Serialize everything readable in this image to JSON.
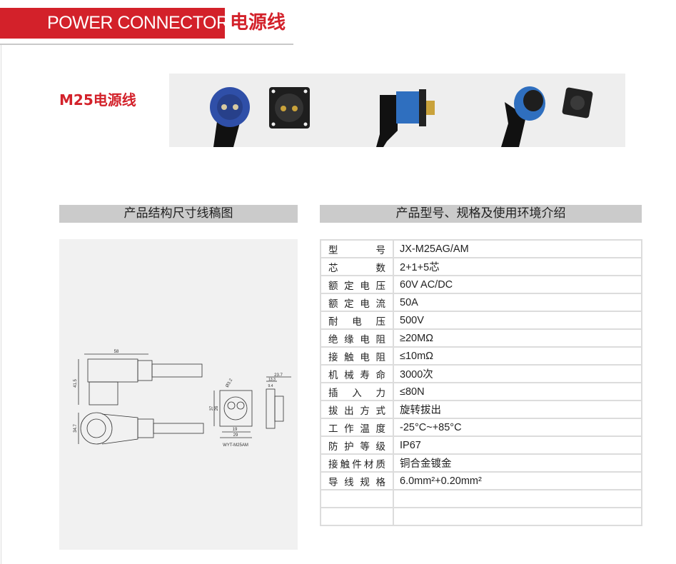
{
  "header": {
    "title_en": "POWER CONNECTOR",
    "title_cn": "电源线"
  },
  "product": {
    "title": "M25电源线"
  },
  "sections": {
    "drawing": "产品结构尺寸线稿图",
    "specs": "产品型号、规格及使用环境介绍"
  },
  "drawing": {
    "dims": {
      "length": "58",
      "height": "41.5",
      "cap_dia": "34.7",
      "side_total": "23.7",
      "side_mid": "13.3",
      "side_small": "9.4",
      "flange_h": "37",
      "flange_inner": "26",
      "hole_pitch": "19",
      "flange_w": "29",
      "hole_dia": "Ø3.2"
    },
    "caption": "WYT-M25AM"
  },
  "specs": [
    {
      "label": "型号",
      "value": "JX-M25AG/AM"
    },
    {
      "label": "芯数",
      "value": "2+1+5芯"
    },
    {
      "label": "额定电压",
      "value": "60V AC/DC"
    },
    {
      "label": "额定电流",
      "value": "50A"
    },
    {
      "label": "耐电压",
      "value": "500V"
    },
    {
      "label": "绝缘电阻",
      "value": "≥20MΩ"
    },
    {
      "label": "接触电阻",
      "value": "≤10mΩ"
    },
    {
      "label": "机械寿命",
      "value": "3000次"
    },
    {
      "label": "插入力",
      "value": "≤80N"
    },
    {
      "label": "拔出方式",
      "value": "旋转拔出"
    },
    {
      "label": "工作温度",
      "value": "-25°C~+85°C"
    },
    {
      "label": "防护等级",
      "value": "IP67"
    },
    {
      "label": "接触件材质",
      "value": "铜合金镀金"
    },
    {
      "label": "导线规格",
      "value": "6.0mm²+0.20mm²"
    }
  ],
  "colors": {
    "brand_red": "#d3212a",
    "connector_blue": "#2f4fa8",
    "section_gray": "#cbcbcb"
  }
}
